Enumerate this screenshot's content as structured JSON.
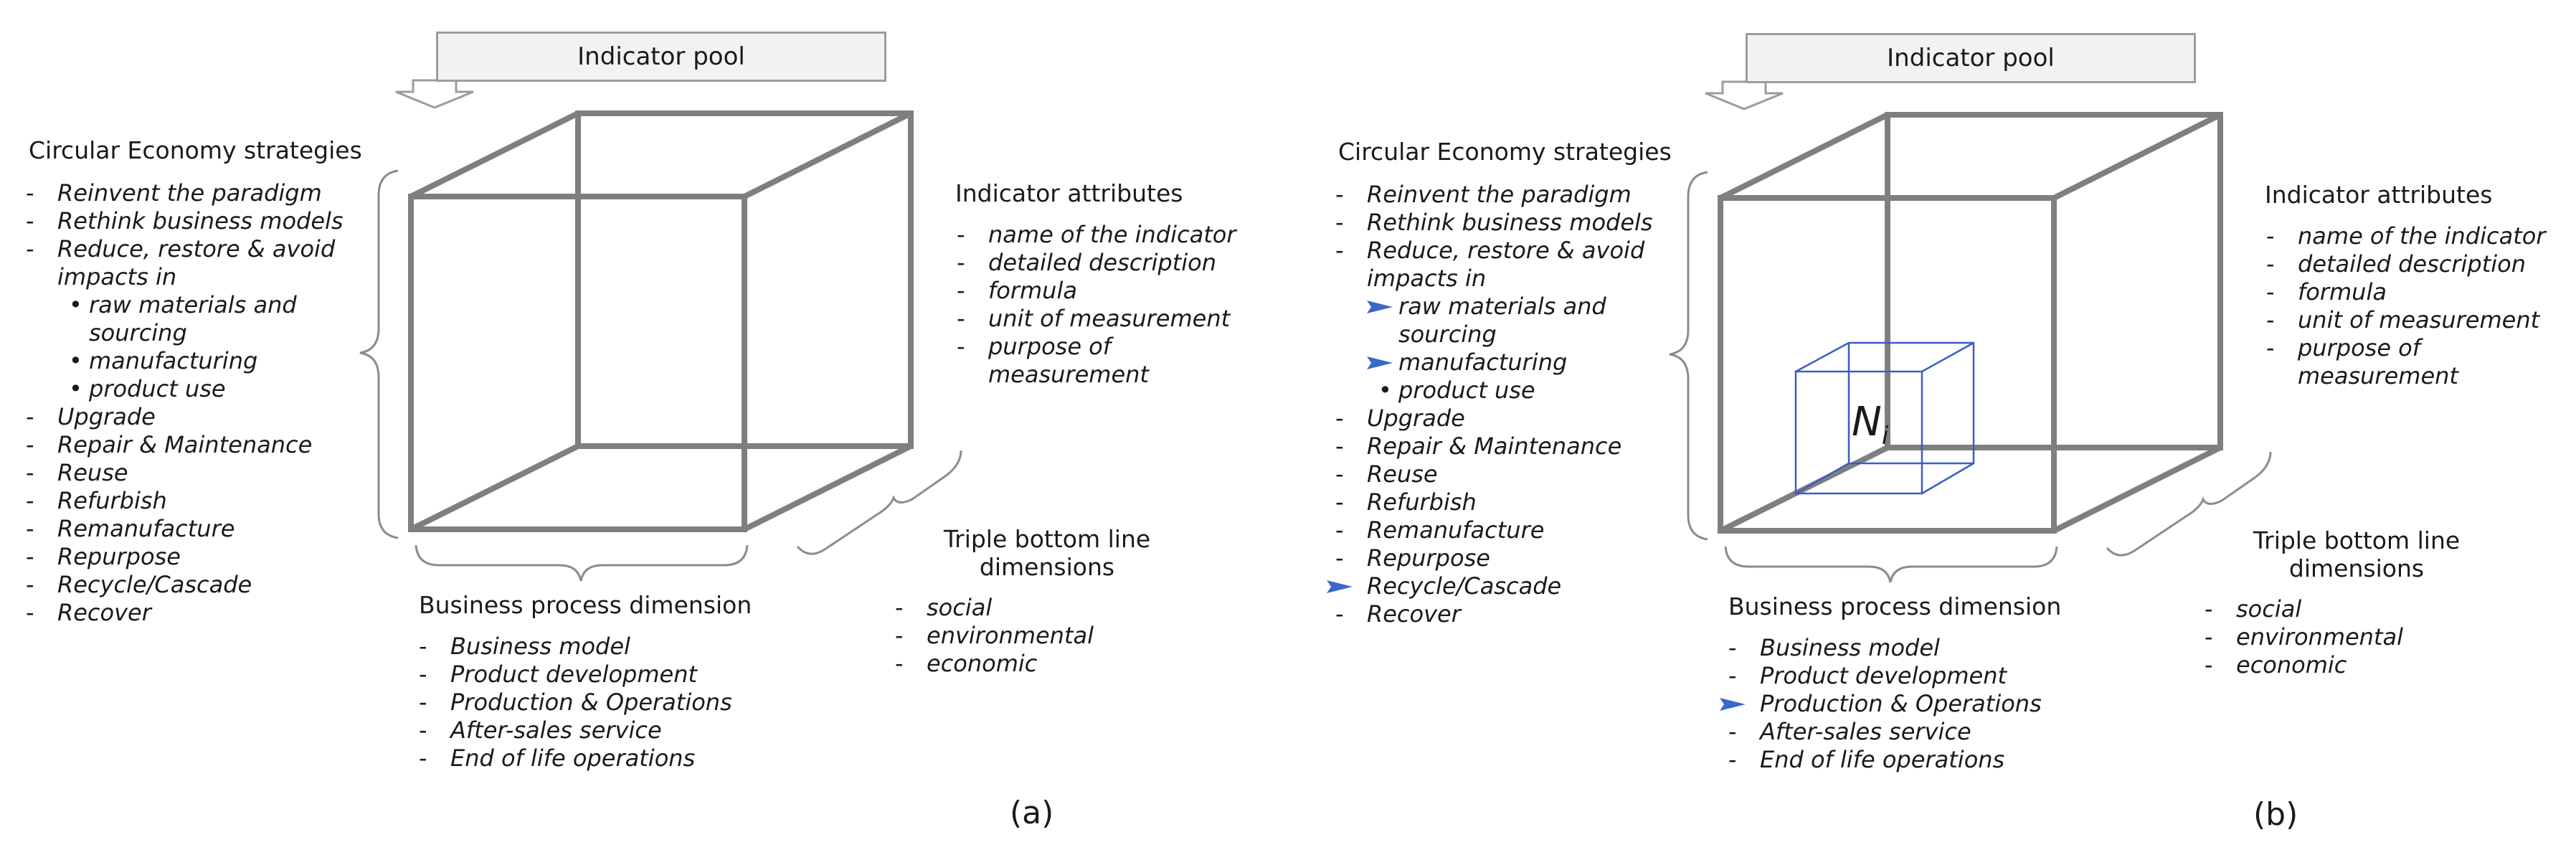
{
  "colors": {
    "frame": "#7f7f7f",
    "inner_cube": "#3b5ec4",
    "marker": "#3b68c9"
  },
  "icons": {
    "marker": "arrow-bullet-icon",
    "pool_arrow": "down-arrow-icon"
  },
  "panel_a": {
    "pool": "Indicator pool",
    "ce": {
      "title": "Circular Economy strategies",
      "i1": "Reinvent the paradigm",
      "i2": "Rethink business models",
      "i3": "Reduce, restore & avoid",
      "i3b": "impacts in",
      "s1": "raw materials and",
      "s1b": "sourcing",
      "s2": "manufacturing",
      "s3": "product use",
      "i4": "Upgrade",
      "i5": "Repair & Maintenance",
      "i6": "Reuse",
      "i7": "Refurbish",
      "i8": "Remanufacture",
      "i9": "Repurpose",
      "i10": "Recycle/Cascade",
      "i11": "Recover"
    },
    "attr": {
      "title": "Indicator attributes",
      "i1": "name of the indicator",
      "i2": "detailed description",
      "i3": "formula",
      "i4": "unit of measurement",
      "i5": "purpose of",
      "i5b": "measurement"
    },
    "tbl": {
      "title1": "Triple bottom line",
      "title2": "dimensions",
      "i1": "social",
      "i2": "environmental",
      "i3": "economic"
    },
    "bp": {
      "title": "Business process dimension",
      "i1": "Business model",
      "i2": "Product development",
      "i3": "Production & Operations",
      "i4": "After-sales service",
      "i5": "End of life operations"
    },
    "caption": "(a)"
  },
  "panel_b": {
    "pool": "Indicator pool",
    "ce": {
      "title": "Circular Economy strategies",
      "i1": "Reinvent the paradigm",
      "i2": "Rethink business models",
      "i3": "Reduce, restore & avoid",
      "i3b": "impacts in",
      "s1": "raw materials and",
      "s1b": "sourcing",
      "s2": "manufacturing",
      "s3": "product use",
      "i4": "Upgrade",
      "i5": "Repair & Maintenance",
      "i6": "Reuse",
      "i7": "Refurbish",
      "i8": "Remanufacture",
      "i9": "Repurpose",
      "i10": "Recycle/Cascade",
      "i11": "Recover"
    },
    "attr": {
      "title": "Indicator attributes",
      "i1": "name of the indicator",
      "i2": "detailed description",
      "i3": "formula",
      "i4": "unit of measurement",
      "i5": "purpose of",
      "i5b": "measurement"
    },
    "tbl": {
      "title1": "Triple bottom line",
      "title2": "dimensions",
      "i1": "social",
      "i2": "environmental",
      "i3": "economic"
    },
    "bp": {
      "title": "Business process dimension",
      "i1": "Business model",
      "i2": "Product development",
      "i3": "Production & Operations",
      "i4": "After-sales service",
      "i5": "End of life operations"
    },
    "ni": {
      "base": "N",
      "sub": "i"
    },
    "caption": "(b)"
  }
}
